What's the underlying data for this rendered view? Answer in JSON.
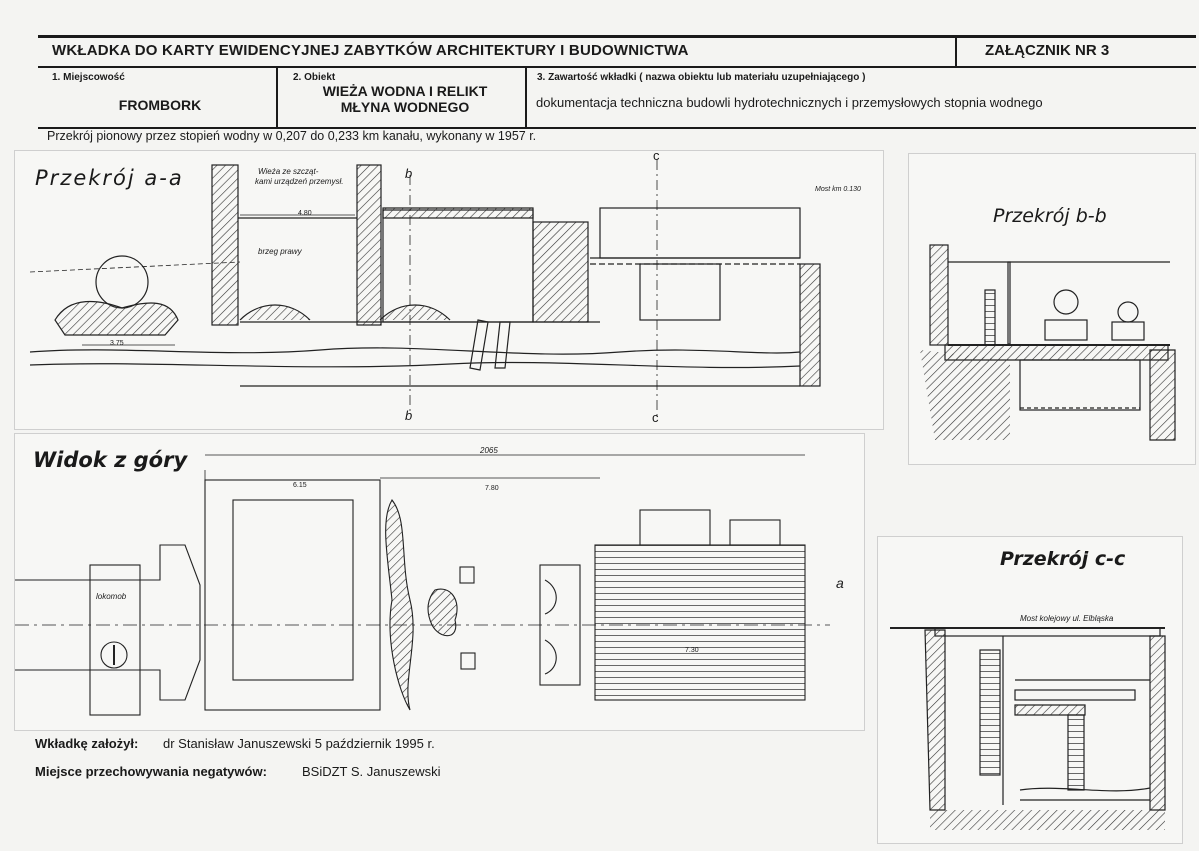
{
  "header": {
    "title": "WKŁADKA DO KARTY EWIDENCYJNEJ ZABYTKÓW ARCHITEKTURY I BUDOWNICTWA",
    "annex": "ZAŁĄCZNIK NR 3"
  },
  "fields": {
    "locality_label": "1. Miejscowość",
    "locality_value": "FROMBORK",
    "object_label": "2. Obiekt",
    "object_value_line1": "WIEŻA WODNA I RELIKT",
    "object_value_line2": "MŁYNA WODNEGO",
    "contents_label": "3. Zawartość wkładki ( nazwa obiektu lub materiału uzupełniającego )",
    "contents_value": "dokumentacja techniczna budowli hydrotechnicznych i przemysłowych stopnia wodnego"
  },
  "caption": "Przekrój pionowy przez stopień wodny w 0,207 do 0,233 km kanału, wykonany w 1957 r.",
  "drawings": {
    "section_aa": "Przekrój a-a",
    "top_view": "Widok z góry",
    "section_bb": "Przekrój b-b",
    "section_cc": "Przekrój c-c",
    "label_tower": "Wieża ze szcząt-",
    "label_tower2": "kami urządzeń przemysł.",
    "label_bank": "brzeg prawy",
    "label_bridge_small": "Most km 0.130",
    "label_loco": "lokomob",
    "label_bridge_cc": "Most kolejowy ul. Elbląska",
    "dim_2065": "2065",
    "dim_780": "7.80",
    "dim_615": "6.15",
    "dim_730": "7.30",
    "dim_480": "4.80",
    "dim_375": "3.75",
    "letter_a": "a",
    "letter_b": "b",
    "letter_c": "c"
  },
  "footer": {
    "founder_label": "Wkładkę założył:",
    "founder_value": "dr Stanisław Januszewski 5 październik 1995 r.",
    "negatives_label": "Miejsce przechowywania negatywów:",
    "negatives_value": "BSiDZT S. Januszewski"
  }
}
